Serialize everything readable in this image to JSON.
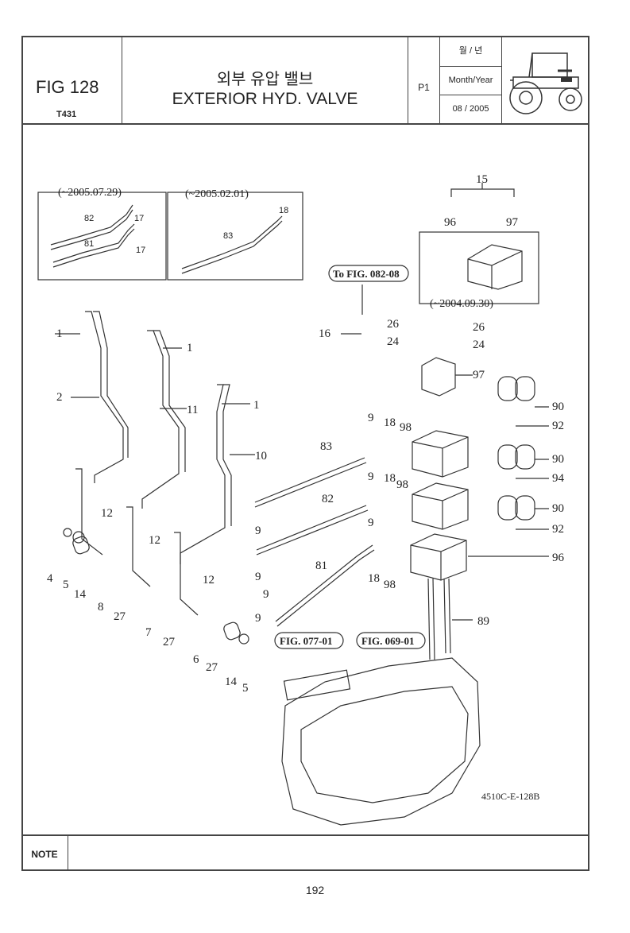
{
  "header": {
    "fig_label": "FIG 128",
    "model_code": "T431",
    "title_korean": "외부 유압 밸브",
    "title_english": "EXTERIOR HYD. VALVE",
    "page_id": "P1",
    "date_korean": "월 / 년",
    "date_label": "Month/Year",
    "date_value": "08 / 2005"
  },
  "diagram": {
    "inset_a_label": "(~2005.07.29)",
    "inset_b_label": "(~2005.02.01)",
    "inset_c_label": "(~2004.09.30)",
    "ref_to": "To FIG. 082-08",
    "ref_077": "FIG. 077-01",
    "ref_069": "FIG. 069-01",
    "drawing_code": "4510C-E-128B",
    "callouts": {
      "c82a": "82",
      "c17a": "17",
      "c81a": "81",
      "c17b": "17",
      "c18a": "18",
      "c83a": "83",
      "c15": "15",
      "c96a": "96",
      "c97a": "97",
      "c1a": "1",
      "c1b": "1",
      "c1c": "1",
      "c2": "2",
      "c11": "11",
      "c10": "10",
      "c16": "16",
      "c26a": "26",
      "c26b": "26",
      "c24a": "24",
      "c24b": "24",
      "c97b": "97",
      "c90a": "90",
      "c92a": "92",
      "c90b": "90",
      "c94": "94",
      "c90c": "90",
      "c92b": "92",
      "c96b": "96",
      "c89": "89",
      "c9a": "9",
      "c18b": "18",
      "c98a": "98",
      "c83b": "83",
      "c9b": "9",
      "c18c": "18",
      "c98b": "98",
      "c82b": "82",
      "c9c": "9",
      "c9d": "9",
      "c9e": "9",
      "c81b": "81",
      "c18d": "18",
      "c98c": "98",
      "c9f": "9",
      "c9g": "9",
      "c12a": "12",
      "c12b": "12",
      "c12c": "12",
      "c4": "4",
      "c5a": "5",
      "c14a": "14",
      "c8": "8",
      "c27a": "27",
      "c7": "7",
      "c27b": "27",
      "c6": "6",
      "c27c": "27",
      "c14b": "14",
      "c5b": "5"
    }
  },
  "footer": {
    "note_label": "NOTE",
    "note_text": "",
    "page_number": "192"
  }
}
